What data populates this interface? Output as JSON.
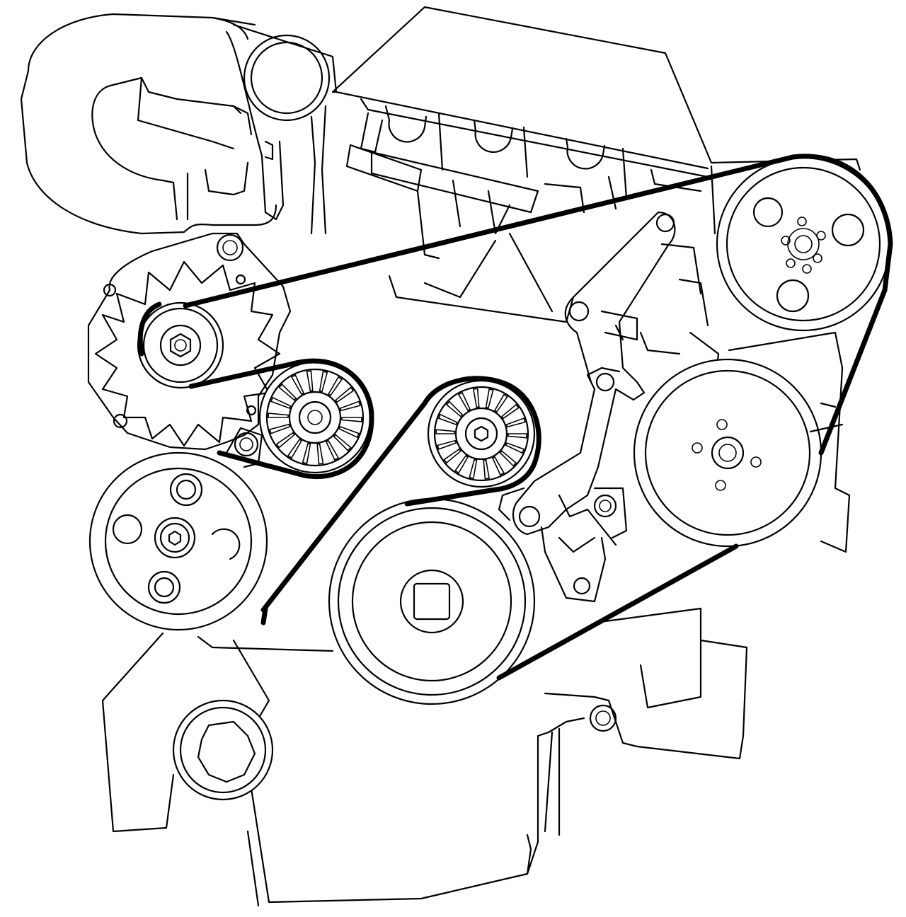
{
  "diagram": {
    "type": "accessory-drive-belt-routing",
    "colors": {
      "line": "#000000",
      "background": "#ffffff"
    },
    "components": [
      {
        "id": "alternator",
        "kind": "alternator-pulley"
      },
      {
        "id": "idler-left",
        "kind": "idler-pulley"
      },
      {
        "id": "idler-center",
        "kind": "tensioner-pulley"
      },
      {
        "id": "power-steering",
        "kind": "pulley"
      },
      {
        "id": "crankshaft",
        "kind": "crankshaft-pulley"
      },
      {
        "id": "water-pump",
        "kind": "pulley"
      },
      {
        "id": "ac-compressor",
        "kind": "pulley"
      }
    ]
  }
}
